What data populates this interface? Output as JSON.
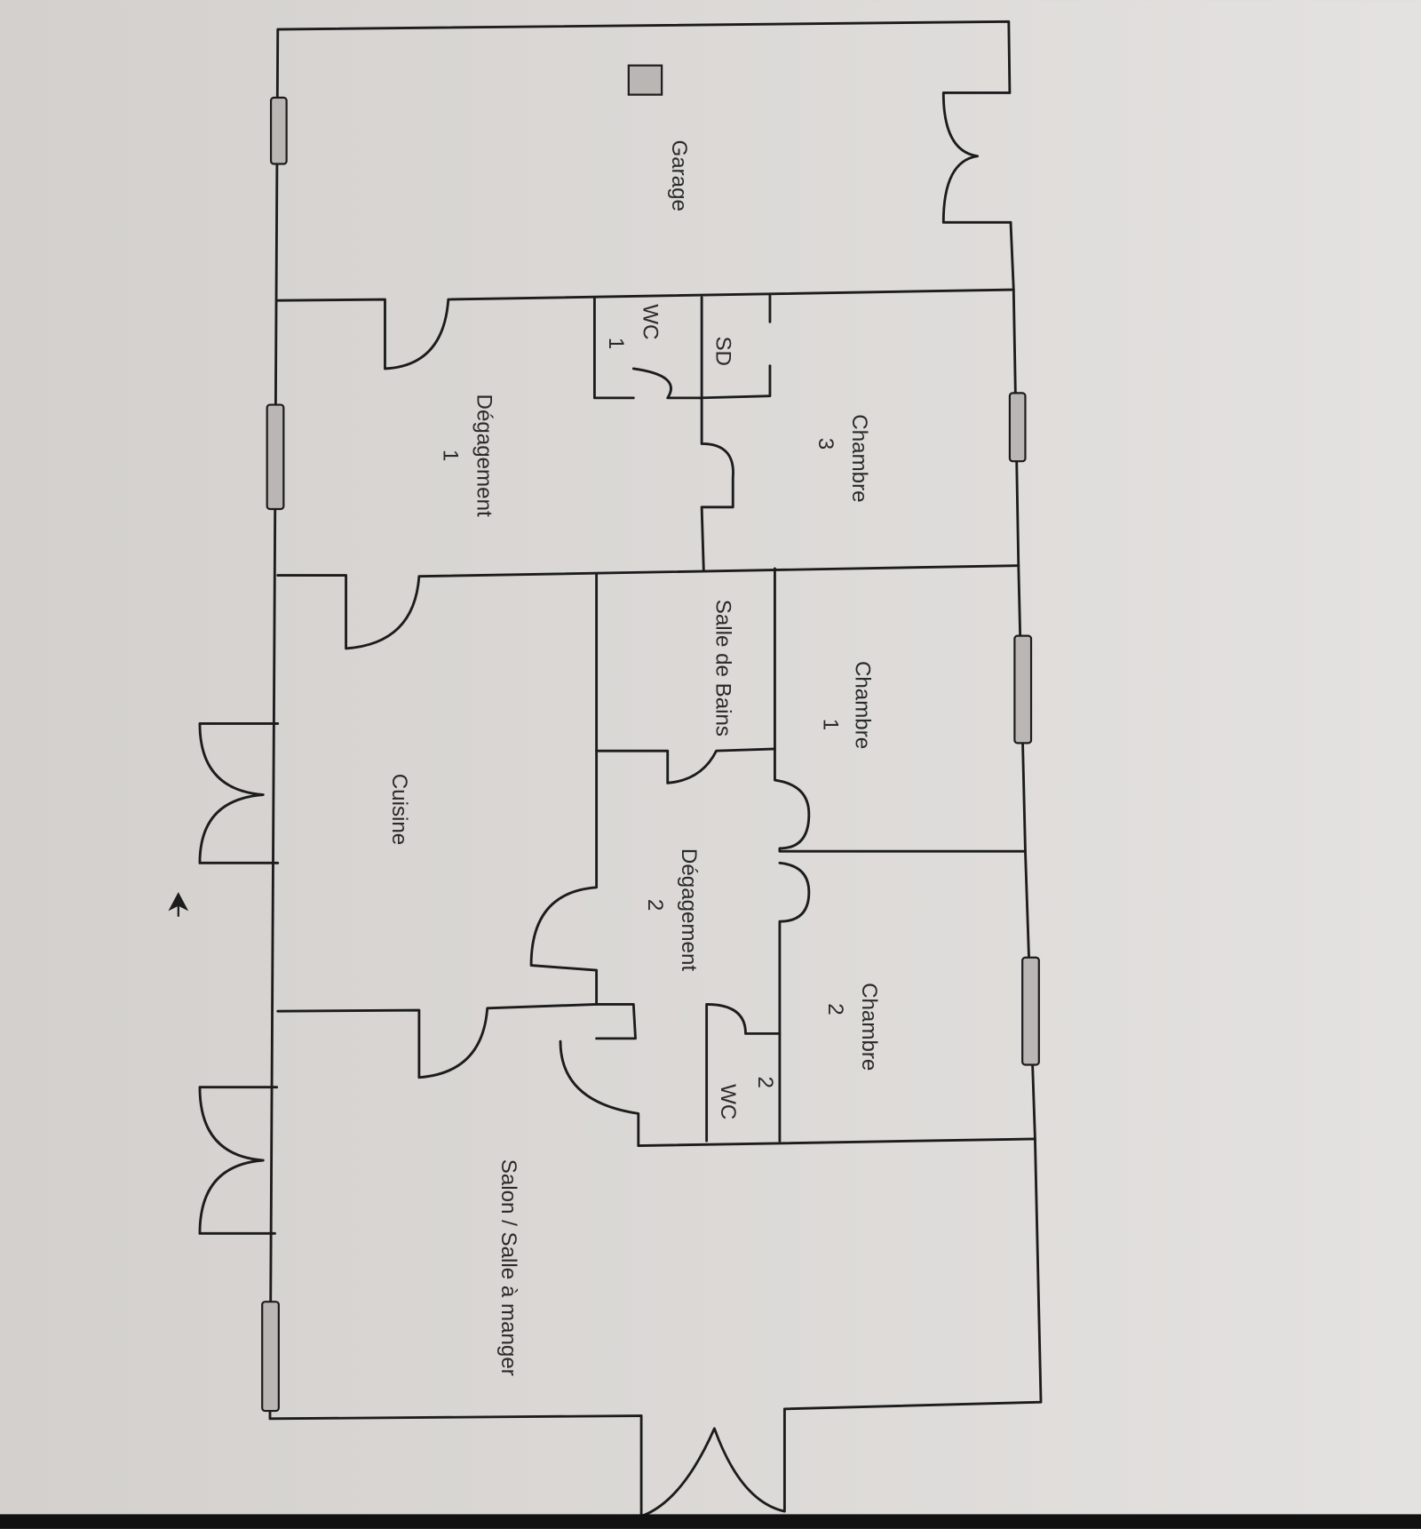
{
  "plan": {
    "rooms": {
      "garage": "Garage",
      "degagement1": [
        "Dégagement",
        "1"
      ],
      "chambre3": [
        "Chambre",
        "3"
      ],
      "sd": "SD",
      "wc1": [
        "WC",
        "1"
      ],
      "salle_de_bains": "Salle de Bains",
      "chambre1": [
        "Chambre",
        "1"
      ],
      "cuisine": "Cuisine",
      "degagement2": [
        "Dégagement",
        "2"
      ],
      "chambre2": [
        "Chambre",
        "2"
      ],
      "wc2": [
        "2",
        "WC"
      ],
      "salon": "Salon / Salle à manger"
    },
    "colors": {
      "paper": "#d6d3d0",
      "ink": "#1c1c1c"
    }
  }
}
